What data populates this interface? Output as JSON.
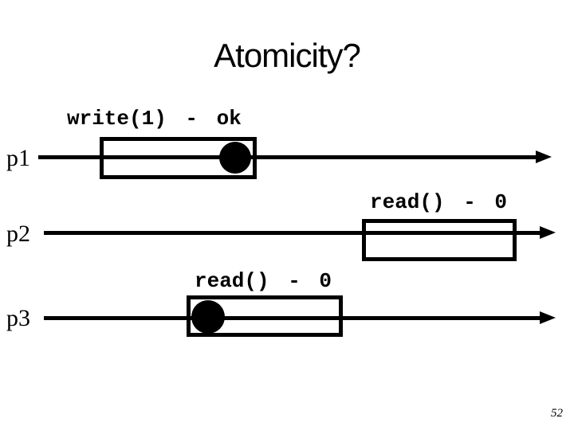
{
  "slide": {
    "title": "Atomicity?",
    "page_number": "52",
    "colors": {
      "background": "#ffffff",
      "ink": "#000000"
    },
    "rows": [
      {
        "process": "p1",
        "operation": "write(1) - ok",
        "has_commit_dot": true
      },
      {
        "process": "p2",
        "operation": "read() - 0",
        "has_commit_dot": false
      },
      {
        "process": "p3",
        "operation": "read() - 0",
        "has_commit_dot": true
      }
    ]
  }
}
